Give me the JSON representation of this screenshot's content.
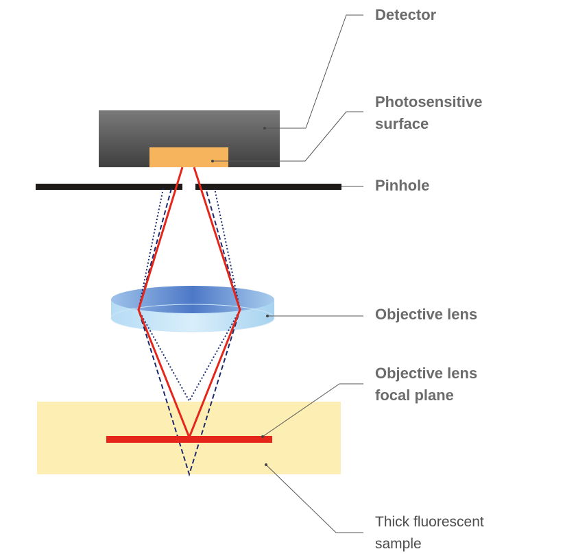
{
  "labels": {
    "detector": "Detector",
    "photosensitive": [
      "Photosensitive",
      "surface"
    ],
    "pinhole": "Pinhole",
    "objective_lens": "Objective lens",
    "focal_plane": [
      "Objective lens",
      "focal plane"
    ],
    "sample": [
      "Thick fluorescent",
      "sample"
    ]
  },
  "colors": {
    "detector_body": "#5a5a5a",
    "photosensitive_surface": "#f6b55c",
    "pinhole_plate": "#1e1a17",
    "sample_block": "#fdeeb4",
    "focal_plane": "#e4261b",
    "in_focus_rays": "#e4261b",
    "out_of_focus_rays": "#1c2a6b",
    "lens": "#7ea9dc",
    "leader_lines": "#555555",
    "label_text": "#6b6b6b"
  },
  "ray_styles": {
    "in_focus": "solid",
    "below_focus": "dashed",
    "above_focus": "dotted"
  }
}
